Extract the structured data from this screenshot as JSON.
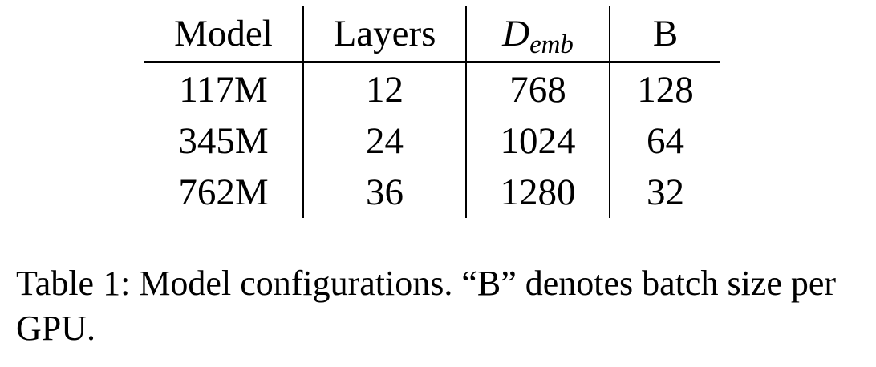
{
  "table": {
    "headers": {
      "model": "Model",
      "layers": "Layers",
      "demb_main": "D",
      "demb_sub": "emb",
      "b": "B"
    },
    "rows": [
      {
        "model": "117M",
        "layers": "12",
        "demb": "768",
        "b": "128"
      },
      {
        "model": "345M",
        "layers": "24",
        "demb": "1024",
        "b": "64"
      },
      {
        "model": "762M",
        "layers": "36",
        "demb": "1280",
        "b": "32"
      }
    ]
  },
  "caption": {
    "text": "Table 1: Model configurations. “B” denotes batch size per GPU."
  }
}
